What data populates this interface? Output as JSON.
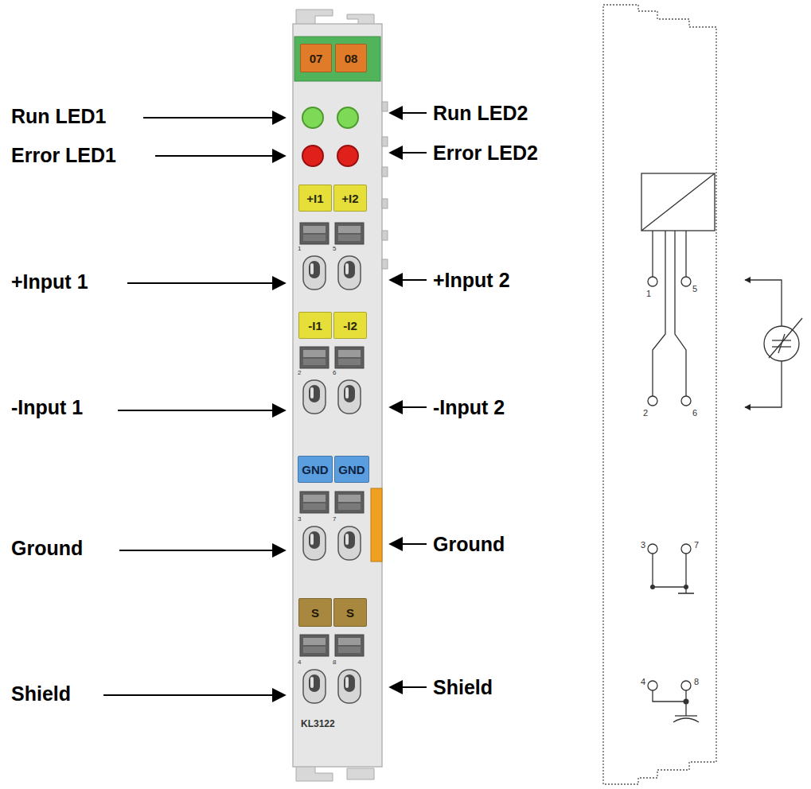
{
  "diagram": {
    "nodes": [
      {
        "text": [
          "07"
        ]
      },
      {
        "text": [
          "08"
        ]
      },
      {
        "text": [
          "+I1"
        ]
      },
      {
        "text": [
          "+I2"
        ]
      },
      {
        "text": [
          "-I1"
        ]
      },
      {
        "text": [
          "-I2"
        ]
      },
      {
        "text": [
          "GND"
        ]
      },
      {
        "text": [
          "GND"
        ]
      },
      {
        "text": [
          "S"
        ]
      },
      {
        "text": [
          "S"
        ]
      }
    ],
    "labels": [
      "Run LED1",
      "Error LED1",
      "Run LED2",
      "Error LED2",
      "+Input 1",
      "+Input 2",
      "-Input 1",
      "-Input 2",
      "Ground",
      "Ground",
      "Shield",
      "Shield",
      "1",
      "5",
      "2",
      "6",
      "3",
      "7",
      "4",
      "8",
      "KL3122",
      "1",
      "5",
      "2",
      "6",
      "3",
      "7",
      "4",
      "8"
    ]
  }
}
